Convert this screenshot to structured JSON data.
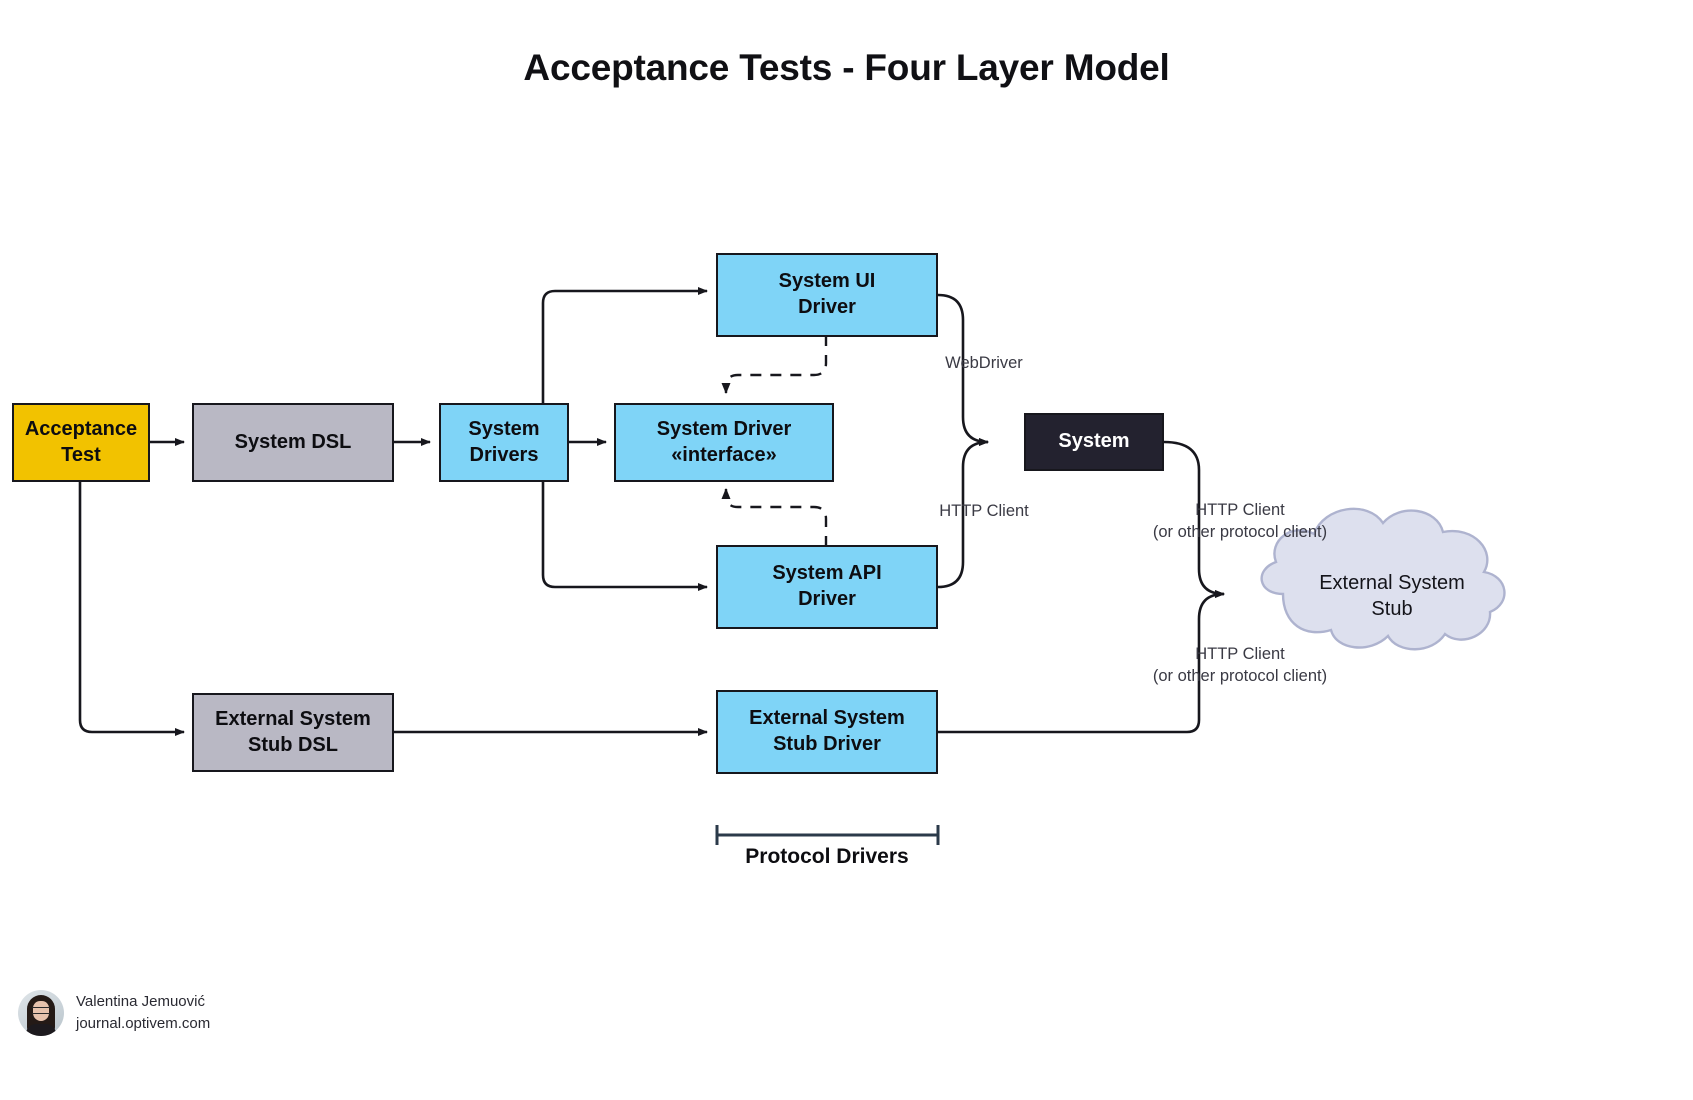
{
  "title": "Acceptance Tests - Four Layer Model",
  "nodes": {
    "acceptance_test": "Acceptance\nTest",
    "system_dsl": "System DSL",
    "system_drivers": "System\nDrivers",
    "system_driver_interface": "System Driver\n«interface»",
    "system_ui_driver": "System UI\nDriver",
    "system_api_driver": "System API\nDriver",
    "system": "System",
    "external_system_stub_dsl": "External System\nStub DSL",
    "external_system_stub_driver": "External System\nStub Driver",
    "external_system_stub": "External System\nStub"
  },
  "edge_labels": {
    "webdriver": "WebDriver",
    "http_client": "HTTP Client",
    "http_client_protocol_top": "HTTP Client\n(or other protocol client)",
    "http_client_protocol_bottom": "HTTP Client\n(or other protocol client)"
  },
  "bracket": {
    "label": "Protocol Drivers"
  },
  "footer": {
    "name": "Valentina Jemuović",
    "site": "journal.optivem.com"
  },
  "colors": {
    "blue": "#7fd4f7",
    "gray": "#b9b8c4",
    "yellow": "#f2c200",
    "dark": "#23222f",
    "cloud_fill": "#dde0ee",
    "cloud_stroke": "#aeb3cf",
    "stroke": "#17171d",
    "bracket": "#2b3a4a"
  }
}
